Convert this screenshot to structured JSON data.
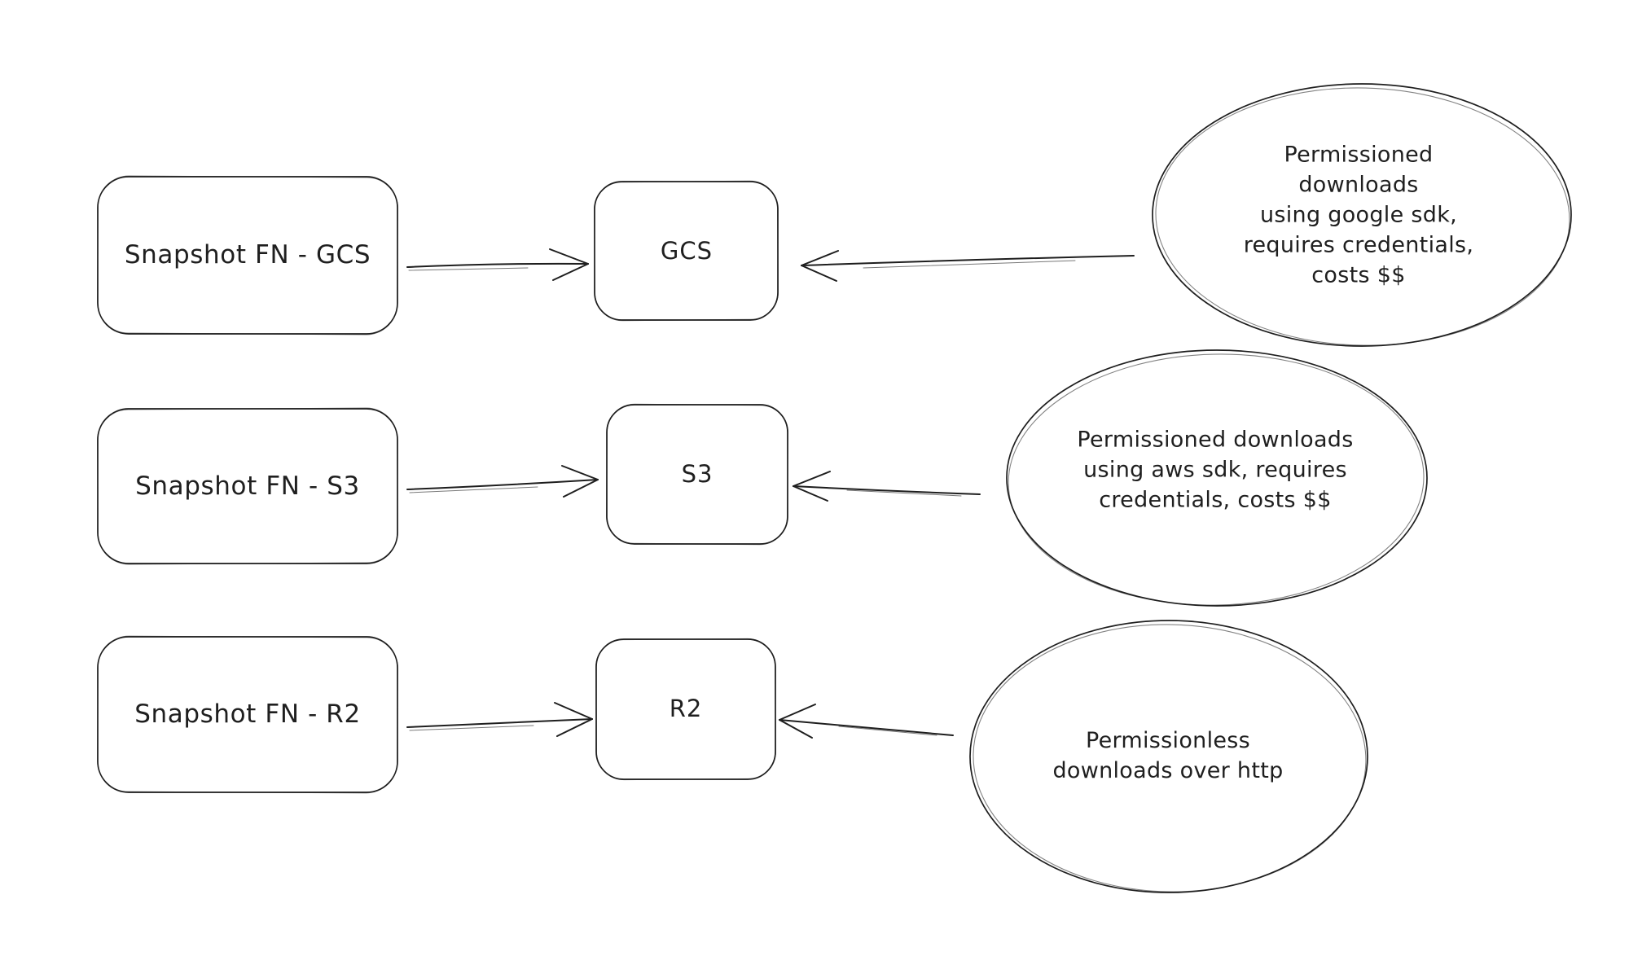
{
  "canvas": {
    "background": "#ffffff",
    "stroke_color": "#1e1e1e",
    "text_color": "#1f1f1f"
  },
  "rows": [
    {
      "source": {
        "label": "Snapshot FN - GCS"
      },
      "target": {
        "label": "GCS"
      },
      "note": {
        "text": "Permissioned downloads\nusing google sdk,\nrequires credentials,\ncosts $$"
      }
    },
    {
      "source": {
        "label": "Snapshot FN - S3"
      },
      "target": {
        "label": "S3"
      },
      "note": {
        "text": "Permissioned downloads\nusing aws sdk, requires\ncredentials, costs $$"
      }
    },
    {
      "source": {
        "label": "Snapshot FN - R2"
      },
      "target": {
        "label": "R2"
      },
      "note": {
        "text": "Permissionless\ndownloads over http"
      }
    }
  ]
}
